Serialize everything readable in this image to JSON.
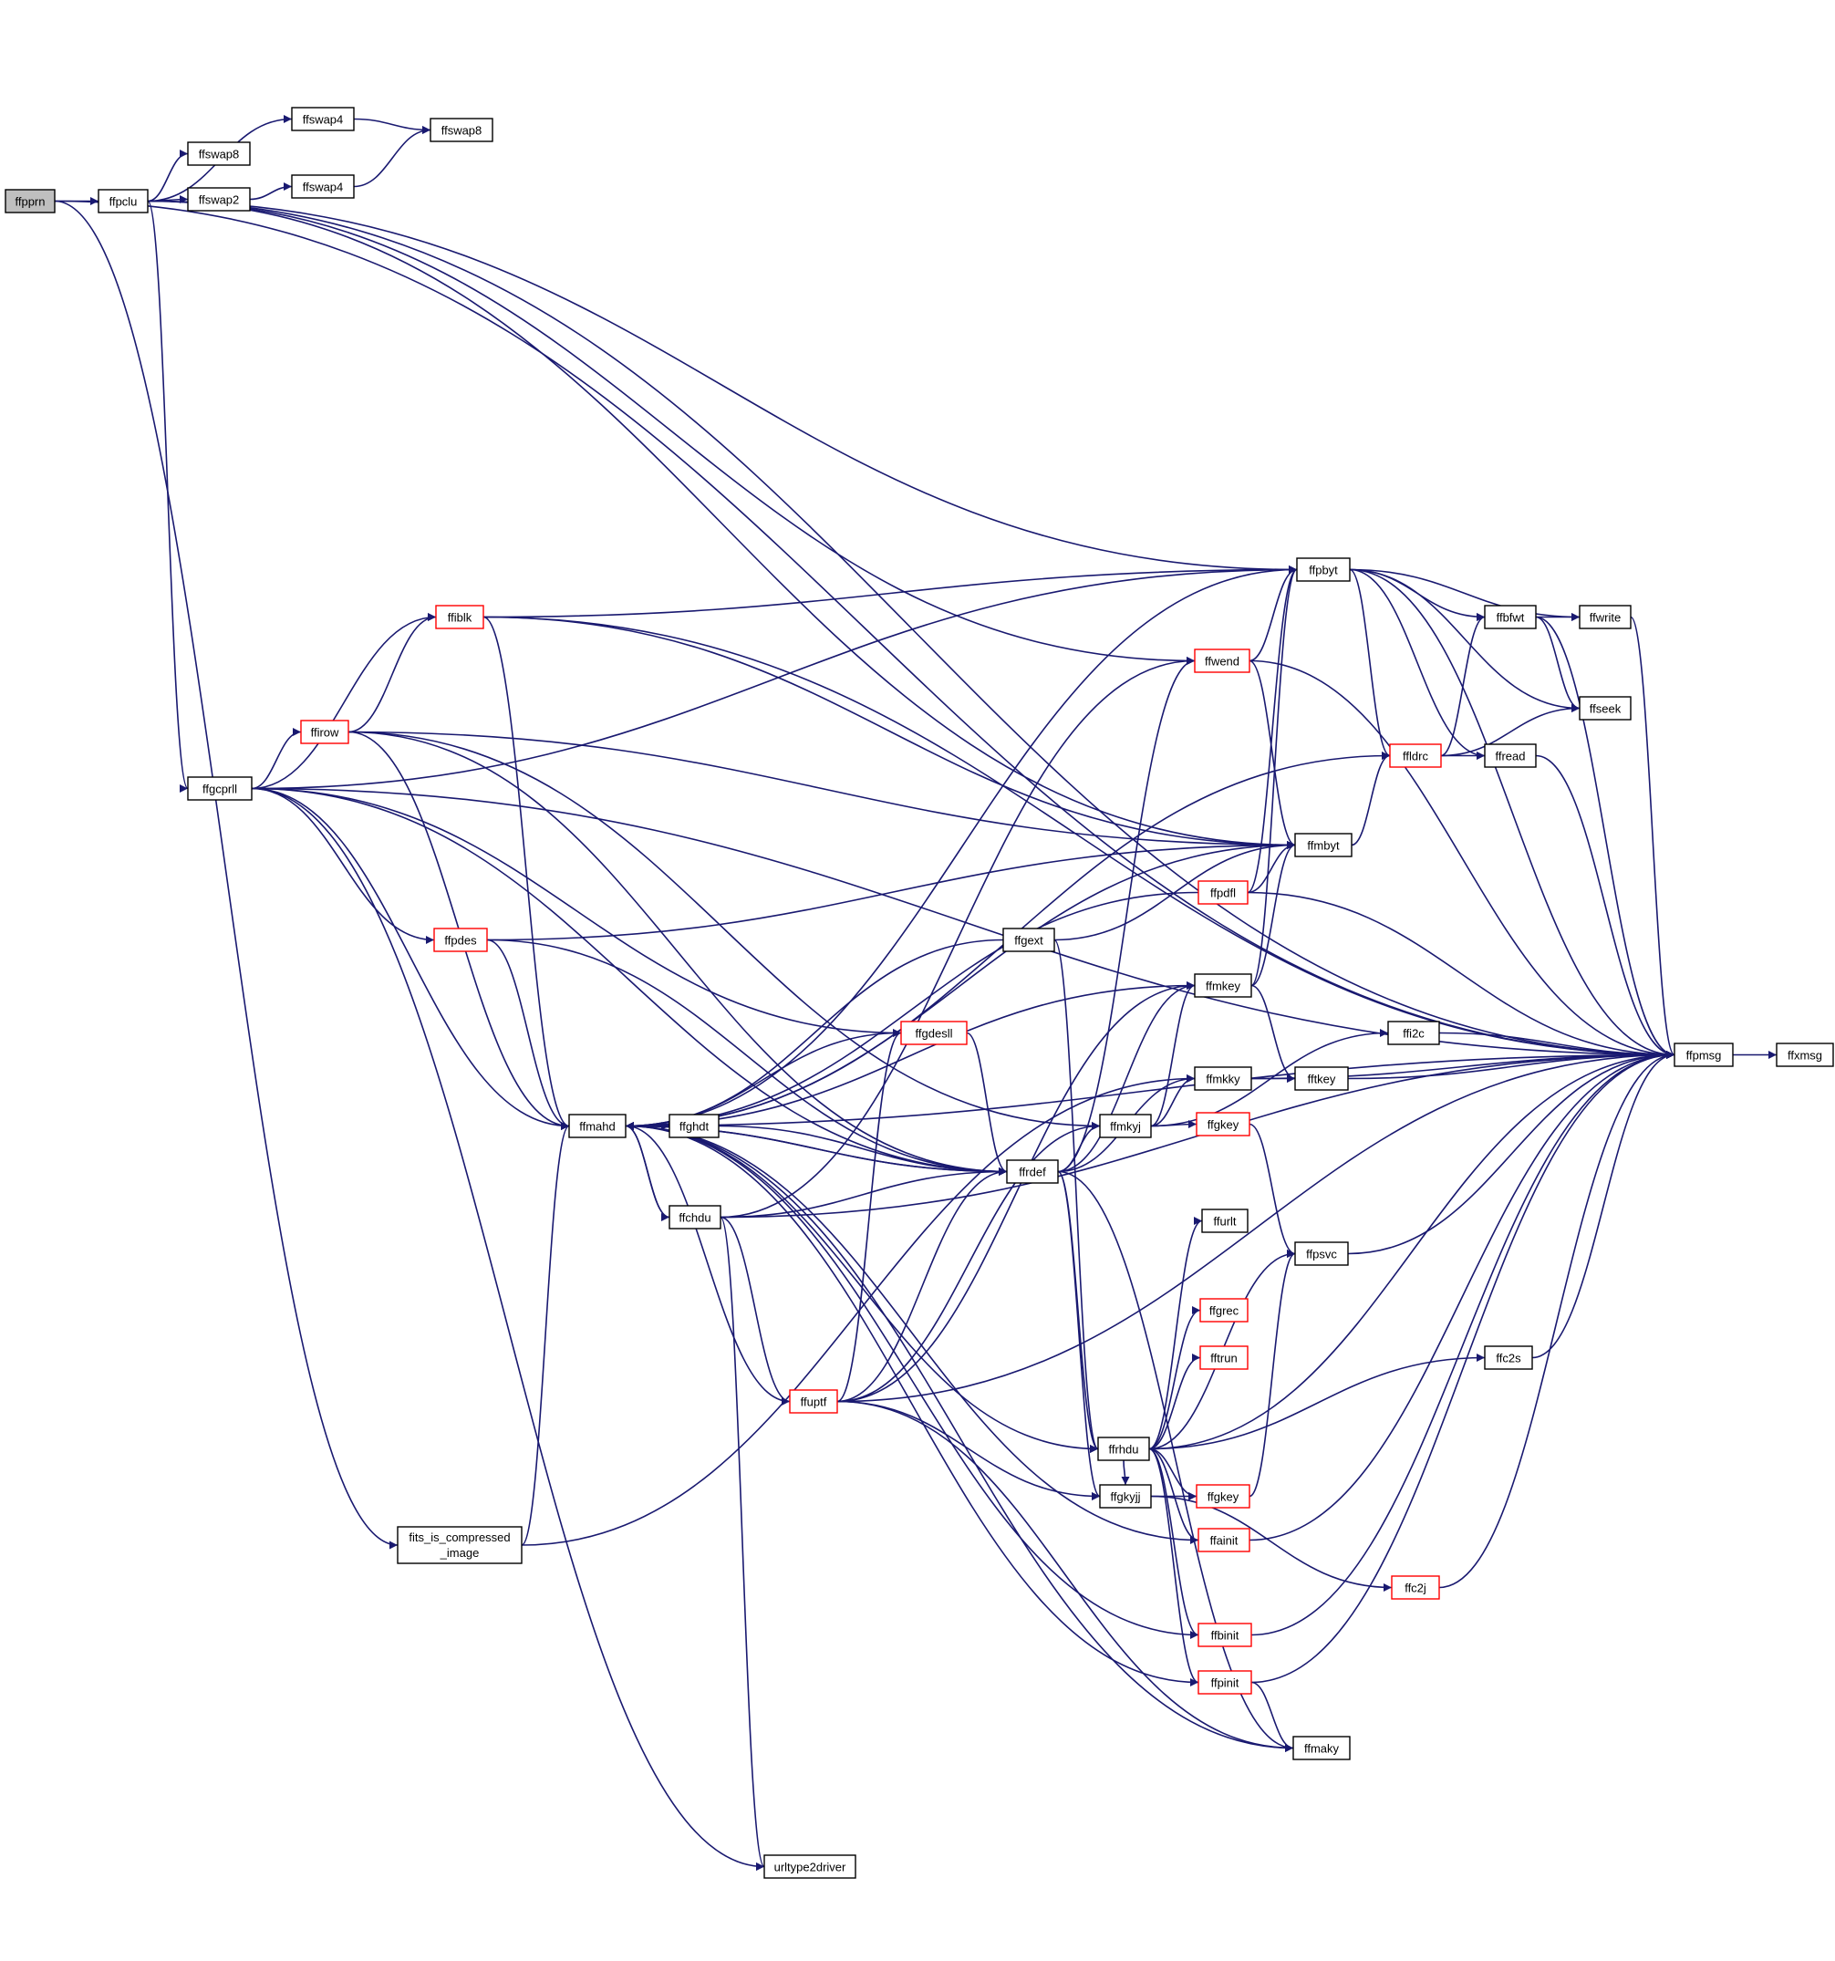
{
  "colors": {
    "edge": "#191970",
    "node_border": "#000000",
    "highlight_border": "#ff0000",
    "root_fill": "#bfbfbf",
    "node_fill": "#ffffff"
  },
  "graph": {
    "nodes": [
      {
        "id": "ffpprn",
        "label": "ffpprn",
        "style": "root"
      },
      {
        "id": "ffpclu",
        "label": "ffpclu",
        "style": "normal"
      },
      {
        "id": "ffswap4a",
        "label": "ffswap4",
        "style": "normal"
      },
      {
        "id": "ffswap8b",
        "label": "ffswap8",
        "style": "normal"
      },
      {
        "id": "ffswap8a",
        "label": "ffswap8",
        "style": "normal"
      },
      {
        "id": "ffswap2",
        "label": "ffswap2",
        "style": "normal"
      },
      {
        "id": "ffswap4b",
        "label": "ffswap4",
        "style": "normal"
      },
      {
        "id": "ffgcprll",
        "label": "ffgcprll",
        "style": "normal"
      },
      {
        "id": "ffiblk",
        "label": "ffiblk",
        "style": "red"
      },
      {
        "id": "ffirow",
        "label": "ffirow",
        "style": "red"
      },
      {
        "id": "ffpdes",
        "label": "ffpdes",
        "style": "red"
      },
      {
        "id": "ffmahd",
        "label": "ffmahd",
        "style": "normal"
      },
      {
        "id": "ffghdt",
        "label": "ffghdt",
        "style": "normal"
      },
      {
        "id": "ffchdu",
        "label": "ffchdu",
        "style": "normal"
      },
      {
        "id": "fits_is_compressed",
        "label": "fits_is_compressed",
        "label2": "_image",
        "style": "normal"
      },
      {
        "id": "ffuptf",
        "label": "ffuptf",
        "style": "red"
      },
      {
        "id": "urltype2driver",
        "label": "urltype2driver",
        "style": "normal"
      },
      {
        "id": "ffgdesll",
        "label": "ffgdesll",
        "style": "red"
      },
      {
        "id": "ffgext",
        "label": "ffgext",
        "style": "normal"
      },
      {
        "id": "ffrdef",
        "label": "ffrdef",
        "style": "normal"
      },
      {
        "id": "ffmkyj",
        "label": "ffmkyj",
        "style": "normal"
      },
      {
        "id": "ffrhdu",
        "label": "ffrhdu",
        "style": "normal"
      },
      {
        "id": "ffgkyjj",
        "label": "ffgkyjj",
        "style": "normal"
      },
      {
        "id": "ffwend",
        "label": "ffwend",
        "style": "red"
      },
      {
        "id": "ffpdfl",
        "label": "ffpdfl",
        "style": "red"
      },
      {
        "id": "ffmkey",
        "label": "ffmkey",
        "style": "normal"
      },
      {
        "id": "ffmkky",
        "label": "ffmkky",
        "style": "normal"
      },
      {
        "id": "ffgkey1",
        "label": "ffgkey",
        "style": "red"
      },
      {
        "id": "ffurlt",
        "label": "ffurlt",
        "style": "normal"
      },
      {
        "id": "ffgrec",
        "label": "ffgrec",
        "style": "red"
      },
      {
        "id": "fftrun",
        "label": "fftrun",
        "style": "red"
      },
      {
        "id": "ffgkey2",
        "label": "ffgkey",
        "style": "red"
      },
      {
        "id": "ffainit",
        "label": "ffainit",
        "style": "red"
      },
      {
        "id": "ffbinit",
        "label": "ffbinit",
        "style": "red"
      },
      {
        "id": "ffpinit",
        "label": "ffpinit",
        "style": "red"
      },
      {
        "id": "ffmaky",
        "label": "ffmaky",
        "style": "normal"
      },
      {
        "id": "ffpbyt",
        "label": "ffpbyt",
        "style": "normal"
      },
      {
        "id": "ffmbyt",
        "label": "ffmbyt",
        "style": "normal"
      },
      {
        "id": "ffldrc",
        "label": "ffldrc",
        "style": "red"
      },
      {
        "id": "ffbfwt",
        "label": "ffbfwt",
        "style": "normal"
      },
      {
        "id": "ffwrite",
        "label": "ffwrite",
        "style": "normal"
      },
      {
        "id": "ffseek",
        "label": "ffseek",
        "style": "normal"
      },
      {
        "id": "ffread",
        "label": "ffread",
        "style": "normal"
      },
      {
        "id": "ffi2c",
        "label": "ffi2c",
        "style": "normal"
      },
      {
        "id": "fftkey",
        "label": "fftkey",
        "style": "normal"
      },
      {
        "id": "ffpsvc",
        "label": "ffpsvc",
        "style": "normal"
      },
      {
        "id": "ffc2s",
        "label": "ffc2s",
        "style": "normal"
      },
      {
        "id": "ffc2j",
        "label": "ffc2j",
        "style": "red"
      },
      {
        "id": "ffpmsg",
        "label": "ffpmsg",
        "style": "normal"
      },
      {
        "id": "ffxmsg",
        "label": "ffxmsg",
        "style": "normal"
      }
    ],
    "edges": [
      [
        "ffpprn",
        "ffpclu"
      ],
      [
        "ffpprn",
        "ffpmsg"
      ],
      [
        "ffpprn",
        "fits_is_compressed"
      ],
      [
        "ffpclu",
        "ffswap4a"
      ],
      [
        "ffpclu",
        "ffswap8b"
      ],
      [
        "ffpclu",
        "ffswap2"
      ],
      [
        "ffpclu",
        "ffgcprll"
      ],
      [
        "ffpclu",
        "ffpmsg"
      ],
      [
        "ffpclu",
        "ffmbyt"
      ],
      [
        "ffpclu",
        "ffwend"
      ],
      [
        "ffpclu",
        "ffpbyt"
      ],
      [
        "ffswap4a",
        "ffswap8a"
      ],
      [
        "ffswap2",
        "ffswap4b"
      ],
      [
        "ffswap4b",
        "ffswap8a"
      ],
      [
        "ffgcprll",
        "ffiblk"
      ],
      [
        "ffgcprll",
        "ffirow"
      ],
      [
        "ffgcprll",
        "ffpdes"
      ],
      [
        "ffgcprll",
        "ffmahd"
      ],
      [
        "ffgcprll",
        "ffrdef"
      ],
      [
        "ffgcprll",
        "ffgdesll"
      ],
      [
        "ffgcprll",
        "ffpmsg"
      ],
      [
        "ffgcprll",
        "ffpbyt"
      ],
      [
        "ffgcprll",
        "urltype2driver"
      ],
      [
        "ffiblk",
        "ffmahd"
      ],
      [
        "ffiblk",
        "ffpbyt"
      ],
      [
        "ffiblk",
        "ffmbyt"
      ],
      [
        "ffiblk",
        "ffpmsg"
      ],
      [
        "ffirow",
        "ffiblk"
      ],
      [
        "ffirow",
        "ffmahd"
      ],
      [
        "ffirow",
        "ffrdef"
      ],
      [
        "ffirow",
        "ffmkyj"
      ],
      [
        "ffirow",
        "ffmbyt"
      ],
      [
        "ffpdes",
        "ffmahd"
      ],
      [
        "ffpdes",
        "ffrdef"
      ],
      [
        "ffpdes",
        "ffmbyt"
      ],
      [
        "ffmahd",
        "ffghdt"
      ],
      [
        "ffmahd",
        "ffchdu"
      ],
      [
        "ffmahd",
        "ffrdef"
      ],
      [
        "ffmahd",
        "ffrhdu"
      ],
      [
        "ffmahd",
        "ffmbyt"
      ],
      [
        "ffmahd",
        "ffpmsg"
      ],
      [
        "ffghdt",
        "ffmahd"
      ],
      [
        "ffghdt",
        "ffrdef"
      ],
      [
        "ffchdu",
        "ffmahd"
      ],
      [
        "ffchdu",
        "ffrdef"
      ],
      [
        "ffchdu",
        "ffuptf"
      ],
      [
        "ffchdu",
        "ffwend"
      ],
      [
        "ffchdu",
        "urltype2driver"
      ],
      [
        "ffchdu",
        "ffpmsg"
      ],
      [
        "fits_is_compressed",
        "ffmahd"
      ],
      [
        "fits_is_compressed",
        "ffmkky"
      ],
      [
        "ffuptf",
        "ffmahd"
      ],
      [
        "ffuptf",
        "ffrdef"
      ],
      [
        "ffuptf",
        "ffmkey"
      ],
      [
        "ffuptf",
        "ffgkyjj"
      ],
      [
        "ffuptf",
        "ffgdesll"
      ],
      [
        "ffuptf",
        "ffmkyj"
      ],
      [
        "ffuptf",
        "ffmaky"
      ],
      [
        "ffuptf",
        "ffpmsg"
      ],
      [
        "ffgdesll",
        "ffmahd"
      ],
      [
        "ffgdesll",
        "ffrdef"
      ],
      [
        "ffgext",
        "ffmahd"
      ],
      [
        "ffgext",
        "ffrhdu"
      ],
      [
        "ffgext",
        "ffmbyt"
      ],
      [
        "ffrdef",
        "ffmkyj"
      ],
      [
        "ffrdef",
        "ffrhdu"
      ],
      [
        "ffrdef",
        "ffgkyjj"
      ],
      [
        "ffrdef",
        "ffwend"
      ],
      [
        "ffrdef",
        "ffmaky"
      ],
      [
        "ffrdef",
        "ffmahd"
      ],
      [
        "ffrdef",
        "ffmkey"
      ],
      [
        "ffrdef",
        "ffmkky"
      ],
      [
        "ffmkyj",
        "ffmkky"
      ],
      [
        "ffmkyj",
        "ffgkey1"
      ],
      [
        "ffmkyj",
        "ffmkey"
      ],
      [
        "ffmkyj",
        "ffi2c"
      ],
      [
        "ffrhdu",
        "ffurlt"
      ],
      [
        "ffrhdu",
        "ffgrec"
      ],
      [
        "ffrhdu",
        "fftrun"
      ],
      [
        "ffrhdu",
        "ffgkey2"
      ],
      [
        "ffrhdu",
        "ffainit"
      ],
      [
        "ffrhdu",
        "ffbinit"
      ],
      [
        "ffrhdu",
        "ffpinit"
      ],
      [
        "ffrhdu",
        "ffpsvc"
      ],
      [
        "ffrhdu",
        "ffc2s"
      ],
      [
        "ffrhdu",
        "ffpmsg"
      ],
      [
        "ffrhdu",
        "ffgkyjj"
      ],
      [
        "ffgkyjj",
        "ffgkey2"
      ],
      [
        "ffgkyjj",
        "ffc2j"
      ],
      [
        "ffwend",
        "ffpbyt"
      ],
      [
        "ffwend",
        "ffmbyt"
      ],
      [
        "ffwend",
        "ffpmsg"
      ],
      [
        "ffpdfl",
        "ffpbyt"
      ],
      [
        "ffpdfl",
        "ffmbyt"
      ],
      [
        "ffpdfl",
        "ffpmsg"
      ],
      [
        "ffpdfl",
        "ffmahd"
      ],
      [
        "ffmkey",
        "ffmbyt"
      ],
      [
        "ffmkey",
        "fftkey"
      ],
      [
        "ffmkey",
        "ffpbyt"
      ],
      [
        "ffmkey",
        "ffmahd"
      ],
      [
        "ffmkky",
        "fftkey"
      ],
      [
        "ffmkky",
        "ffpmsg"
      ],
      [
        "ffgkey1",
        "ffpsvc"
      ],
      [
        "ffgkey2",
        "ffpsvc"
      ],
      [
        "ffainit",
        "ffpmsg"
      ],
      [
        "ffainit",
        "ffmahd"
      ],
      [
        "ffbinit",
        "ffpmsg"
      ],
      [
        "ffbinit",
        "ffmahd"
      ],
      [
        "ffpinit",
        "ffpmsg"
      ],
      [
        "ffpinit",
        "ffmaky"
      ],
      [
        "ffpinit",
        "ffmahd"
      ],
      [
        "ffmaky",
        "ffmahd"
      ],
      [
        "ffpbyt",
        "ffbfwt"
      ],
      [
        "ffpbyt",
        "ffwrite"
      ],
      [
        "ffpbyt",
        "ffseek"
      ],
      [
        "ffpbyt",
        "ffldrc"
      ],
      [
        "ffpbyt",
        "ffread"
      ],
      [
        "ffpbyt",
        "ffpmsg"
      ],
      [
        "ffpbyt",
        "ffmahd"
      ],
      [
        "ffmbyt",
        "ffldrc"
      ],
      [
        "ffldrc",
        "ffbfwt"
      ],
      [
        "ffldrc",
        "ffread"
      ],
      [
        "ffldrc",
        "ffseek"
      ],
      [
        "ffldrc",
        "ffmahd"
      ],
      [
        "ffbfwt",
        "ffwrite"
      ],
      [
        "ffbfwt",
        "ffseek"
      ],
      [
        "ffbfwt",
        "ffpmsg"
      ],
      [
        "ffwrite",
        "ffpmsg"
      ],
      [
        "ffread",
        "ffpmsg"
      ],
      [
        "ffi2c",
        "ffpmsg"
      ],
      [
        "fftkey",
        "ffpmsg"
      ],
      [
        "ffpsvc",
        "ffpmsg"
      ],
      [
        "ffc2s",
        "ffpmsg"
      ],
      [
        "ffc2j",
        "ffpmsg"
      ],
      [
        "ffpmsg",
        "ffxmsg"
      ]
    ]
  }
}
